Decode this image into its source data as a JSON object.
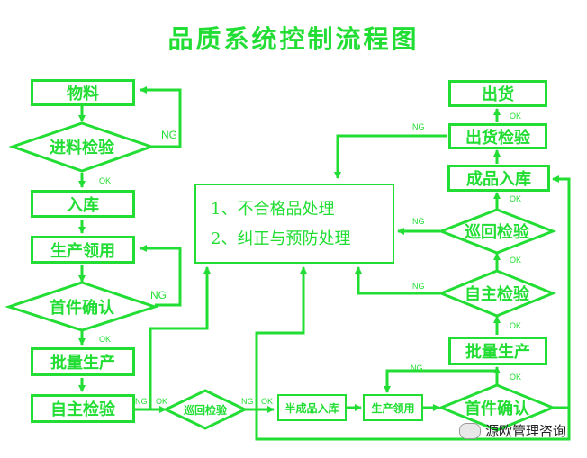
{
  "title": "品质系统控制流程图",
  "left_column": {
    "materials": "物料",
    "incoming_inspection": "进料检验",
    "storage": "入库",
    "production_picking": "生产领用",
    "first_article_confirmation": "首件确认",
    "mass_production": "批量生产",
    "self_inspection": "自主检验"
  },
  "center": {
    "line1": "1、不合格品处理",
    "line2": "2、纠正与预防处理"
  },
  "right_column": {
    "shipment": "出货",
    "shipment_inspection": "出货检验",
    "finished_goods_storage": "成品入库",
    "patrol_inspection": "巡回检验",
    "self_inspection": "自主检验",
    "mass_production": "批量生产",
    "first_article_confirmation": "首件确认"
  },
  "bottom_row": {
    "patrol_inspection": "巡回检验",
    "semi_finished_storage": "半成品入库",
    "production_picking": "生产领用"
  },
  "labels": {
    "ok": "OK",
    "ng": "NG"
  },
  "watermark": {
    "text": "源欧管理咨询",
    "icon": "wechat-icon"
  },
  "colors": {
    "line": "#22dd33",
    "background": "#ffffff"
  }
}
